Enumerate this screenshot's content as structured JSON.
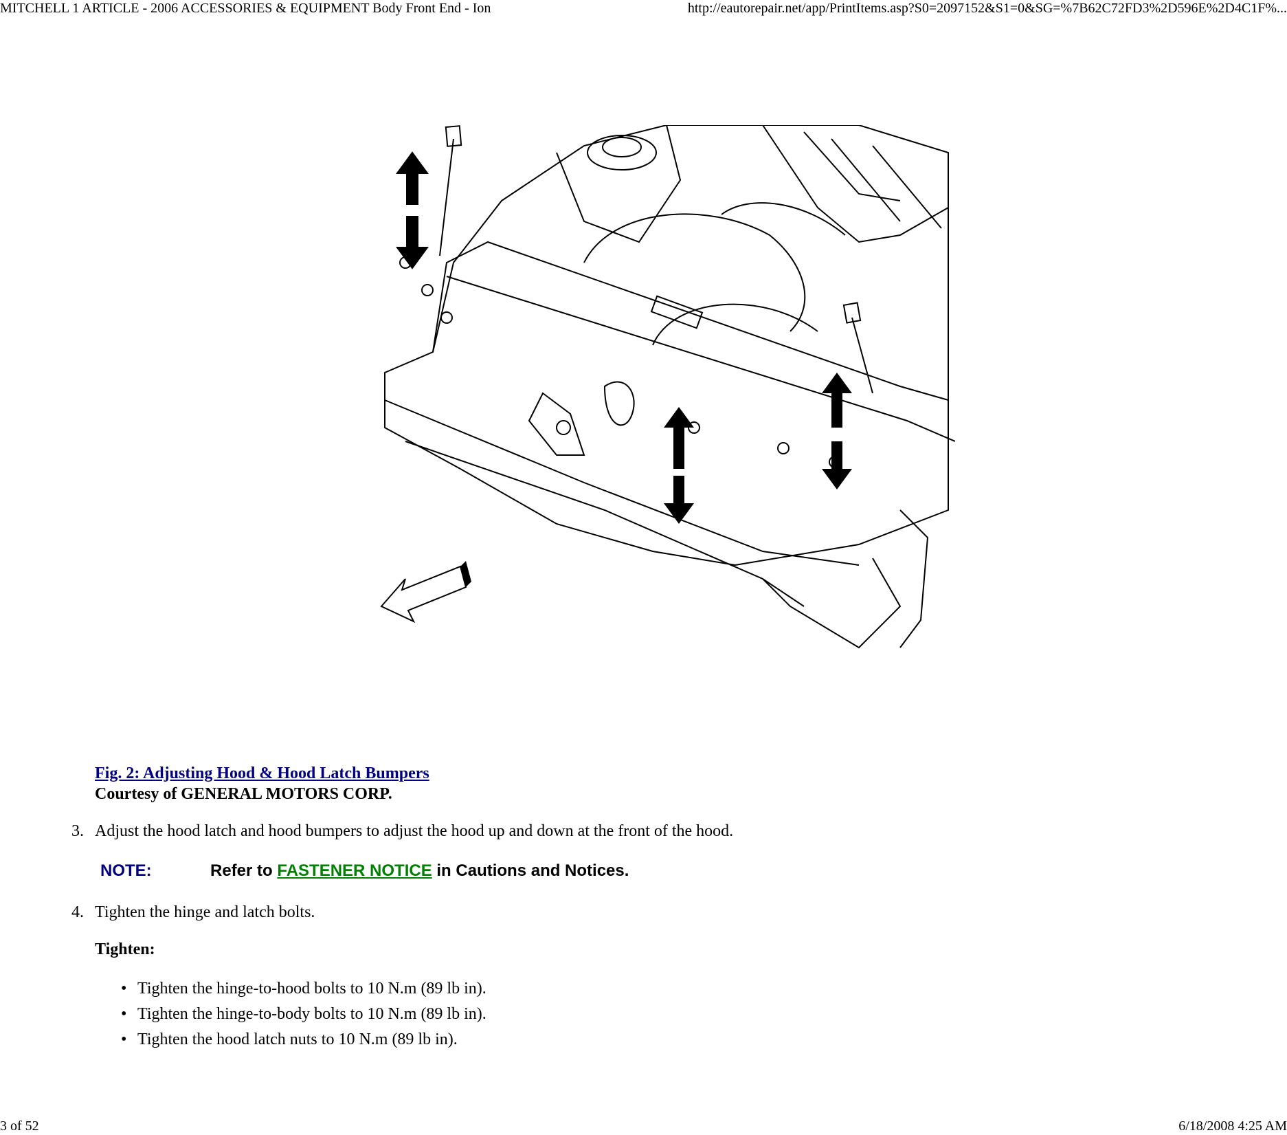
{
  "header": {
    "title": "MITCHELL 1 ARTICLE - 2006 ACCESSORIES & EQUIPMENT Body Front End - Ion",
    "url": "http://eautorepair.net/app/PrintItems.asp?S0=2097152&S1=0&SG=%7B62C72FD3%2D596E%2D4C1F%..."
  },
  "figure": {
    "caption_link": "Fig. 2: Adjusting Hood & Hood Latch Bumpers",
    "courtesy": "Courtesy of GENERAL MOTORS CORP."
  },
  "steps": [
    {
      "num": "3.",
      "text": "Adjust the hood latch and hood bumpers to adjust the hood up and down at the front of the hood."
    },
    {
      "num": "4.",
      "text": "Tighten the hinge and latch bolts."
    }
  ],
  "note": {
    "label": "NOTE:",
    "prefix": "Refer to ",
    "link": "FASTENER NOTICE",
    "suffix": " in Cautions and Notices."
  },
  "tighten": {
    "heading": "Tighten:",
    "items": [
      "Tighten the hinge-to-hood bolts to 10 N.m (89 lb in).",
      "Tighten the hinge-to-body bolts to 10 N.m (89 lb in).",
      "Tighten the hood latch nuts to 10 N.m (89 lb in)."
    ]
  },
  "footer": {
    "page": "3 of 52",
    "datetime": "6/18/2008 4:25 AM"
  }
}
